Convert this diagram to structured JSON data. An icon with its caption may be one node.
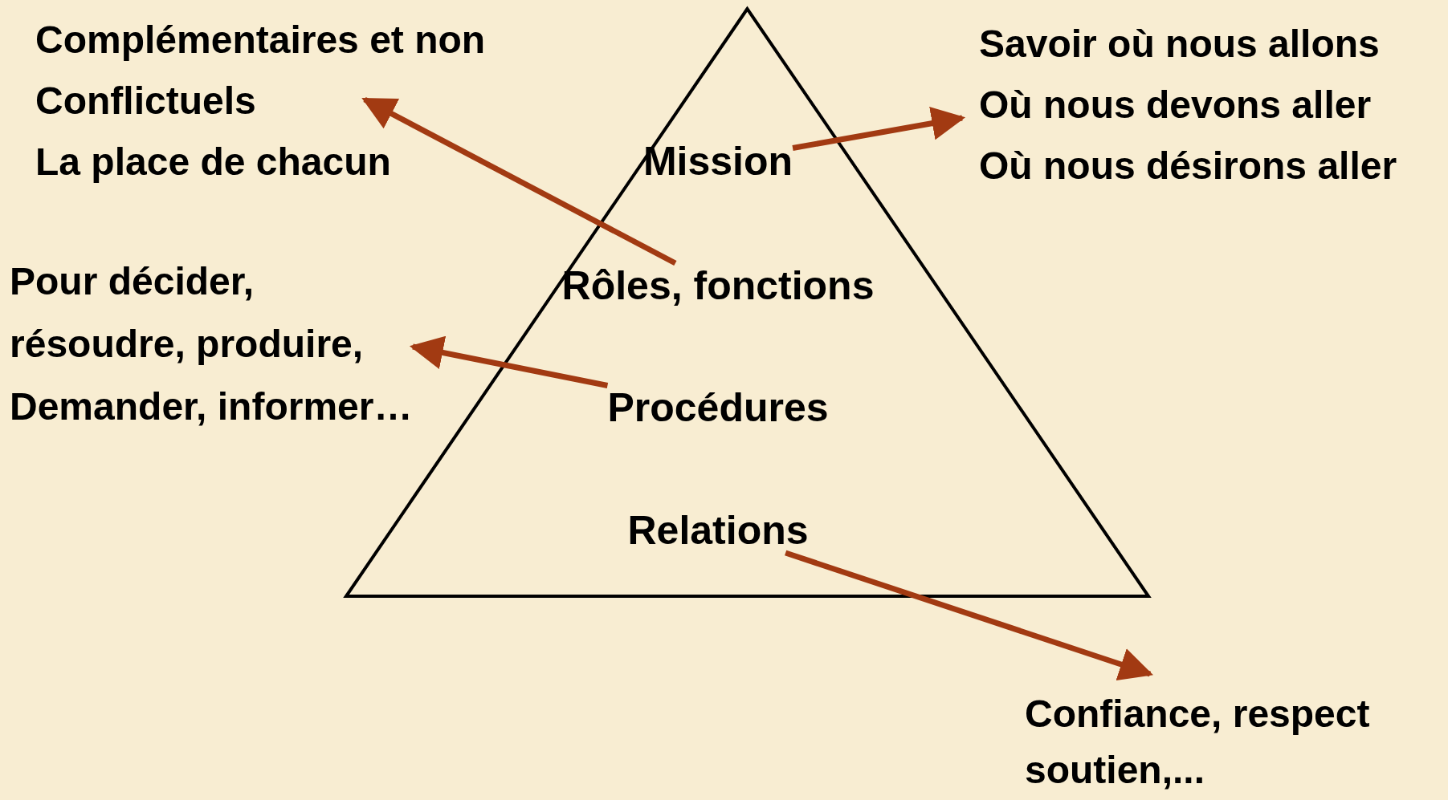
{
  "diagram": {
    "nodes": [
      {
        "text": [],
        "shape": "triangle"
      },
      {
        "text": [
          "Mission"
        ],
        "in": 0
      },
      {
        "text": [
          "Rôles, fonctions"
        ],
        "in": 0
      },
      {
        "text": [
          "Procédures"
        ],
        "in": 0
      },
      {
        "text": [
          "Relations"
        ],
        "in": 0
      },
      {
        "text": [
          "Complémentaires et non",
          "Conflictuels",
          "La place de chacun"
        ]
      },
      {
        "text": [
          "Savoir où nous allons",
          "Où nous devons aller",
          "Où nous désirons aller"
        ]
      },
      {
        "text": [
          "Pour décider,",
          "résoudre, produire,",
          "Demander, informer…"
        ]
      },
      {
        "text": [
          "Confiance, respect",
          "soutien,..."
        ]
      }
    ],
    "edges": [
      {
        "from": 1,
        "to": 6,
        "arrow": "to"
      },
      {
        "from": 2,
        "to": 5,
        "arrow": "to"
      },
      {
        "from": 3,
        "to": 7,
        "arrow": "to"
      },
      {
        "from": 4,
        "to": 8,
        "arrow": "to"
      }
    ]
  }
}
